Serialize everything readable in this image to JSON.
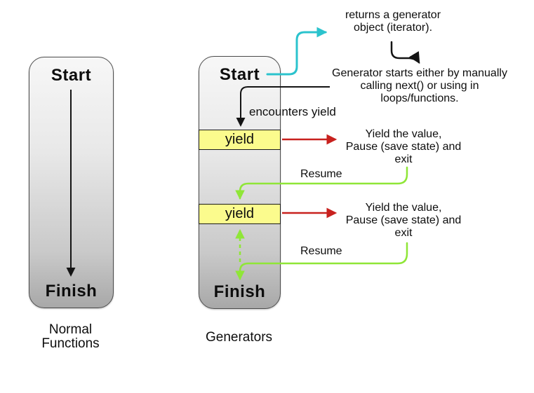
{
  "colors": {
    "cyan": "#2bc3cd",
    "green": "#8fe637",
    "red": "#c8211e",
    "black": "#141414",
    "yellow": "#fbfb8d"
  },
  "left_flow": {
    "start": "Start",
    "finish": "Finish",
    "caption": "Normal\nFunctions"
  },
  "right_flow": {
    "start": "Start",
    "yield_1": "yield",
    "yield_2": "yield",
    "finish": "Finish",
    "caption": "Generators"
  },
  "annotations": {
    "returns_note": "returns a generator\nobject (iterator).",
    "starts_note": "Generator starts either by manually\ncalling next() or using in\nloops/functions.",
    "encounters_yield": "encounters yield",
    "yield_note_1": "Yield  the value,\nPause (save state) and\nexit",
    "resume_1": "Resume",
    "yield_note_2": "Yield  the value,\nPause (save state) and\nexit",
    "resume_2": "Resume"
  }
}
